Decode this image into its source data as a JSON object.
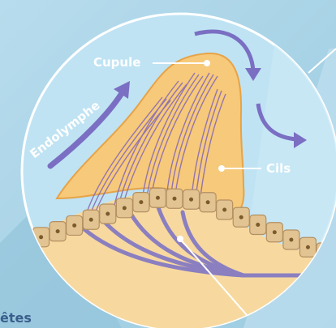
{
  "labels": {
    "cupule": "Cupule",
    "endolymphe": "Endolymphe",
    "cils": "Cils"
  },
  "partial_text": "êtes",
  "colors": {
    "background": "#a9d3e6",
    "circle_fill": "#bfe3f3",
    "circle_stroke": "#ffffff",
    "cupule_fill": "#f7c97a",
    "cupule_stroke": "#e7a347",
    "cell_fill": "#e2c392",
    "cell_stroke": "#b49061",
    "nucleus": "#7b5a2c",
    "nerve": "#8b7fc0",
    "hair": "#8a6db0",
    "arrow": "#7a6fc3",
    "label_text": "#ffffff"
  },
  "icons": [
    "endolymph-flow-arrow",
    "cupule-deflection-arrow-top",
    "cupule-deflection-arrow-right"
  ]
}
